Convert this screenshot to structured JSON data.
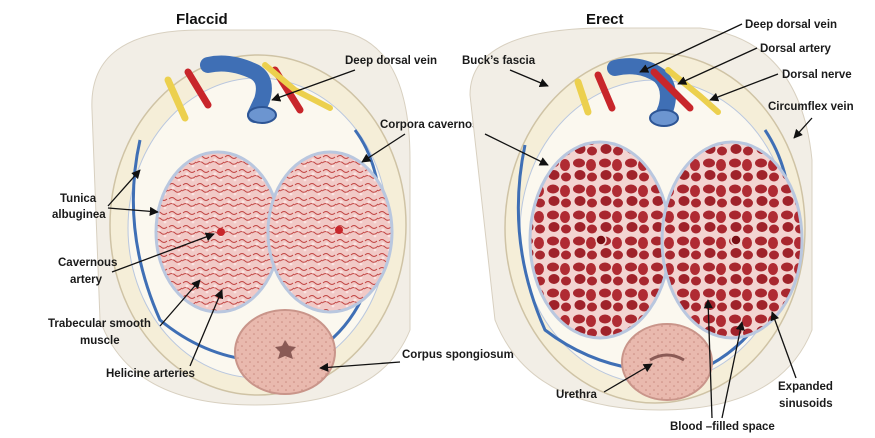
{
  "panels": {
    "flaccid": {
      "title": "Flaccid"
    },
    "erect": {
      "title": "Erect"
    }
  },
  "labels": {
    "flaccid": {
      "deep_dorsal_vein": "Deep dorsal vein",
      "corpora_cavernosa": "Corpora cavernosa",
      "tunica_line1": "Tunica",
      "tunica_line2": "albuginea",
      "cavernous_line1": "Cavernous",
      "cavernous_line2": "artery",
      "trabecular_line1": "Trabecular smooth",
      "trabecular_line2": "muscle",
      "helicine": "Helicine arteries",
      "corpus_spongiosum": "Corpus spongiosum"
    },
    "erect": {
      "deep_dorsal_vein": "Deep dorsal vein",
      "dorsal_artery": "Dorsal artery",
      "bucks_fascia": "Buck’s fascia",
      "dorsal_nerve": "Dorsal nerve",
      "circumflex_vein": "Circumflex vein",
      "urethra": "Urethra",
      "blood_filled_space": "Blood –filled space",
      "expanded_line1": "Expanded",
      "expanded_line2": "sinusoids"
    }
  },
  "colors": {
    "vein": "#3f6fb5",
    "artery": "#c8262b",
    "nerve": "#ecd04e",
    "tissue_flaccid": "#f1c9c6",
    "tissue_erect": "#a8272f",
    "fascia": "#f3ecd5",
    "spongiosum": "#e9b9ae"
  }
}
